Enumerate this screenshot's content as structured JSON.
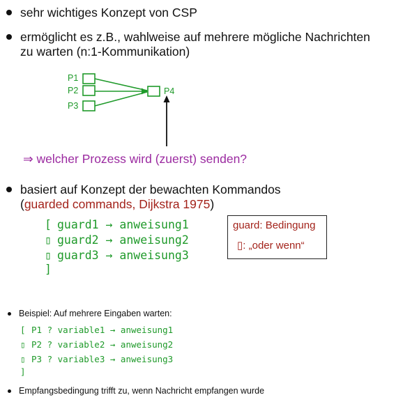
{
  "bullets": {
    "b1": "sehr wichtiges Konzept von CSP",
    "b2_line1": "ermöglicht es z.B., wahlweise auf mehrere mögliche Nachrichten",
    "b2_line2": "zu warten (n:1-Kommunikation)",
    "b3_line1": "basiert auf Konzept der bewachten Kommandos",
    "b3_line2_open": "(",
    "b3_line2_red": "guarded commands, Dijkstra 1975",
    "b3_line2_close": ")",
    "b4": "Beispiel: Auf mehrere Eingaben warten:",
    "b5": "Empfangsbedingung trifft zu, wenn Nachricht empfangen wurde"
  },
  "diagram": {
    "p1": "P1",
    "p2": "P2",
    "p3": "P3",
    "p4": "P4",
    "question": "⇒ welcher Prozess wird (zuerst) senden?"
  },
  "guards": {
    "open": "[",
    "sep": "▯",
    "close": "]",
    "arrow": "→",
    "lines": [
      {
        "guard": "guard1",
        "stmt": "anweisung1"
      },
      {
        "guard": "guard2",
        "stmt": "anweisung2"
      },
      {
        "guard": "guard3",
        "stmt": "anweisung3"
      }
    ]
  },
  "legend": {
    "line1": "guard: Bedingung",
    "sep": "▯",
    "line2": ":  „oder wenn“"
  },
  "example": {
    "lines": [
      {
        "prefix": "[",
        "text": "P1 ? variable1 → anweisung1"
      },
      {
        "prefix": "▯",
        "text": "P2 ? variable2 → anweisung2"
      },
      {
        "prefix": "▯",
        "text": "P3 ? variable3 → anweisung3"
      }
    ],
    "close": "]"
  },
  "colors": {
    "green": "#1f9a2a",
    "purple": "#9b2aa0",
    "red": "#a3231b"
  }
}
